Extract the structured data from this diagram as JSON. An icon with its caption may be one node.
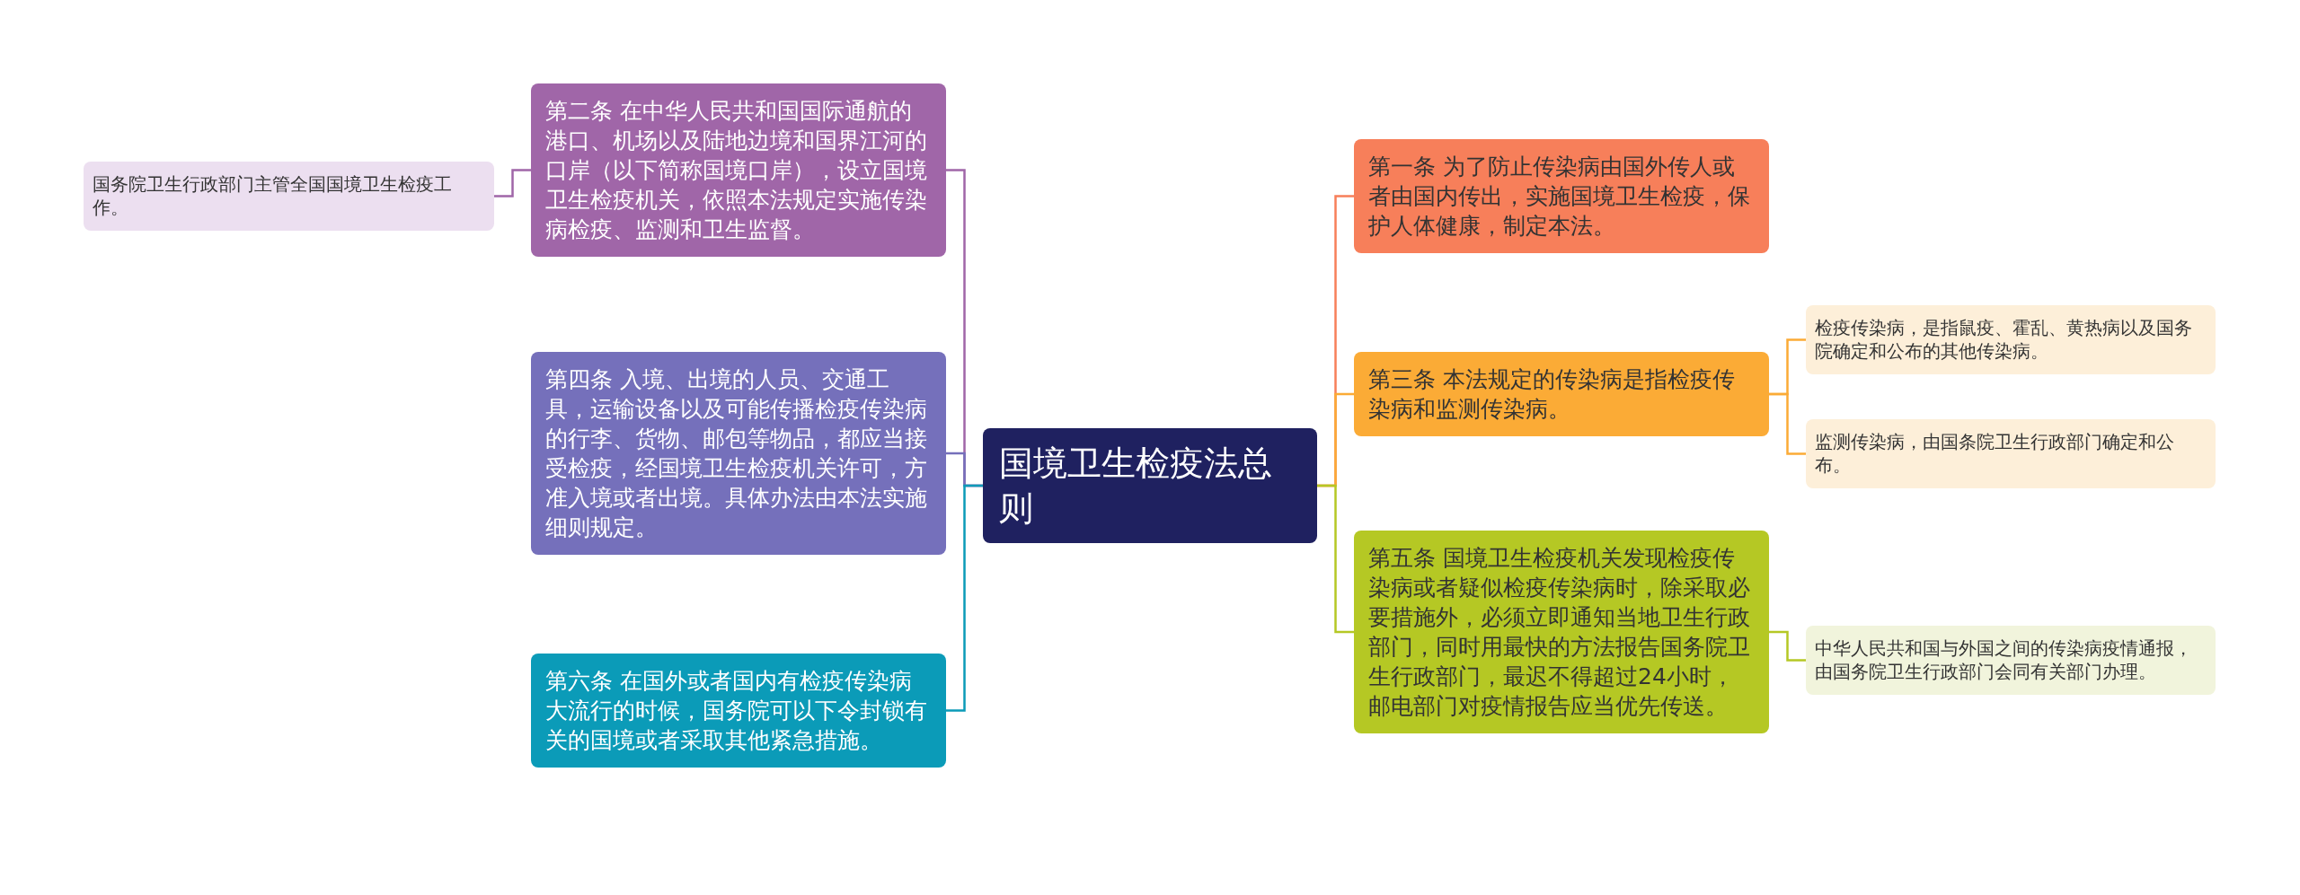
{
  "diagram": {
    "nodes": [
      {
        "text": [
          "国境卫生检疫法总则"
        ]
      },
      {
        "text": [
          "第二条 在中华人民共和国国际通航的港口、机场以及陆地边境和国界江河的口岸（以下简称国境口岸），设立国境卫生检疫机关，依照本法规定实施传染病检疫、监测和卫生监督。"
        ]
      },
      {
        "text": [
          "国务院卫生行政部门主管全国国境卫生检疫工作。"
        ]
      },
      {
        "text": [
          "第四条 入境、出境的人员、交通工具，运输设备以及可能传播检疫传染病的行李、货物、邮包等物品，都应当接受检疫，经国境卫生检疫机关许可，方准入境或者出境。具体办法由本法实施细则规定。"
        ]
      },
      {
        "text": [
          "第六条 在国外或者国内有检疫传染病大流行的时候，国务院可以下令封锁有关的国境或者采取其他紧急措施。"
        ]
      },
      {
        "text": [
          "第一条 为了防止传染病由国外传人或者由国内传出，实施国境卫生检疫，保护人体健康，制定本法。"
        ]
      },
      {
        "text": [
          "第三条 本法规定的传染病是指检疫传染病和监测传染病。"
        ]
      },
      {
        "text": [
          "检疫传染病，是指鼠疫、霍乱、黄热病以及国务院确定和公布的其他传染病。"
        ]
      },
      {
        "text": [
          "监测传染病，由国条院卫生行政部门确定和公布。"
        ]
      },
      {
        "text": [
          "第五条 国境卫生检疫机关发现检疫传染病或者疑似检疫传染病时，除采取必要措施外，必须立即通知当地卫生行政部门，同时用最快的方法报告国务院卫生行政部门，最迟不得超过24小时，邮电部门对疫情报告应当优先传送。"
        ]
      },
      {
        "text": [
          "中华人民共和国与外国之间的传染病疫情通报，由国务院卫生行政部门会同有关部门办理。"
        ]
      }
    ],
    "edges": [
      {
        "from": 0,
        "to": 1,
        "arrow": "none",
        "color": "#a066a8"
      },
      {
        "from": 1,
        "to": 2,
        "arrow": "none",
        "color": "#a066a8"
      },
      {
        "from": 0,
        "to": 3,
        "arrow": "none",
        "color": "#7570bb"
      },
      {
        "from": 0,
        "to": 4,
        "arrow": "none",
        "color": "#0b9bb8"
      },
      {
        "from": 0,
        "to": 5,
        "arrow": "none",
        "color": "#f77f5a"
      },
      {
        "from": 0,
        "to": 6,
        "arrow": "none",
        "color": "#fbab36"
      },
      {
        "from": 6,
        "to": 7,
        "arrow": "none",
        "color": "#fbab36"
      },
      {
        "from": 6,
        "to": 8,
        "arrow": "none",
        "color": "#fbab36"
      },
      {
        "from": 0,
        "to": 9,
        "arrow": "none",
        "color": "#b5c824"
      },
      {
        "from": 9,
        "to": 10,
        "arrow": "none",
        "color": "#b5c824"
      }
    ]
  }
}
